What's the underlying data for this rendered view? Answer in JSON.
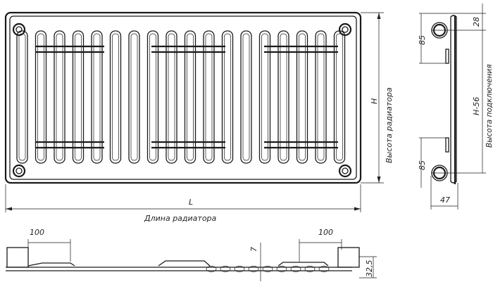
{
  "front_view": {
    "height_symbol": "H",
    "height_caption": "Высота радиатора",
    "length_symbol": "L",
    "length_caption": "Длина радиатора"
  },
  "side_view": {
    "top_offset": "28",
    "upper_spacing": "85",
    "lower_spacing": "85",
    "connection_height": "H-56",
    "connection_caption": "Высота подключения",
    "depth": "47"
  },
  "bottom_view": {
    "left_offset": "100",
    "right_offset": "100",
    "gap": "7",
    "depth": "32,5"
  }
}
